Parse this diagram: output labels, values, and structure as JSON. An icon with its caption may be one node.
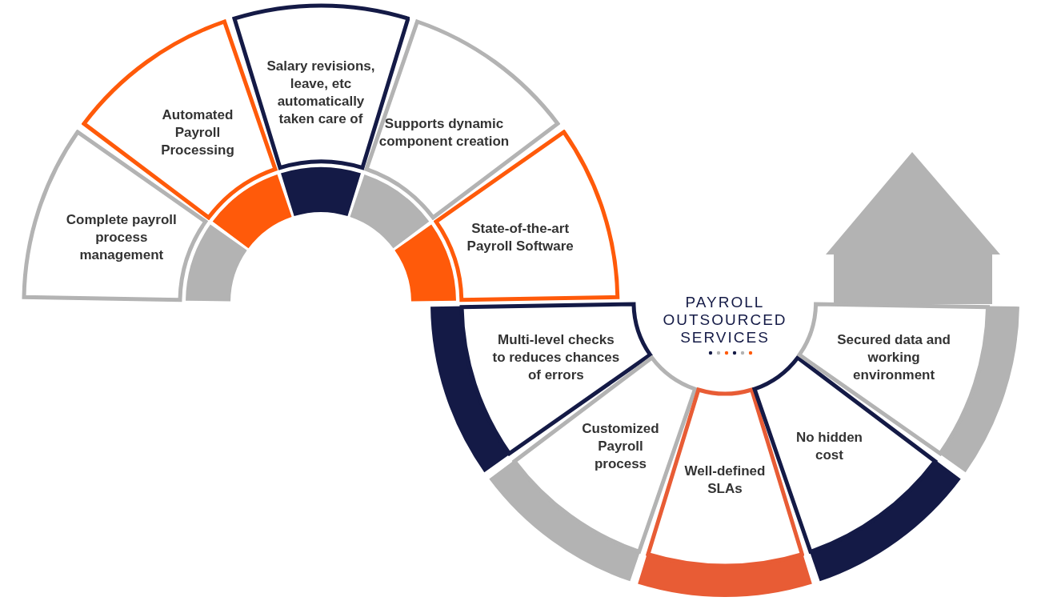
{
  "diagram": {
    "title": "PAYROLL OUTSOURCED SERVICES",
    "nodes": [
      {
        "text": [
          "Complete payroll process management"
        ]
      },
      {
        "text": [
          "Automated Payroll Processing"
        ]
      },
      {
        "text": [
          "Salary revisions, leave, etc automatically taken care of"
        ]
      },
      {
        "text": [
          "Supports dynamic component creation"
        ]
      },
      {
        "text": [
          "State-of-the-art Payroll Software"
        ]
      },
      {
        "text": [
          "Multi-level checks to reduces chances of errors"
        ]
      },
      {
        "text": [
          "Customized Payroll process"
        ]
      },
      {
        "text": [
          "Well-defined SLAs"
        ]
      },
      {
        "text": [
          "No hidden cost"
        ]
      },
      {
        "text": [
          "Secured data and working environment"
        ]
      }
    ]
  }
}
